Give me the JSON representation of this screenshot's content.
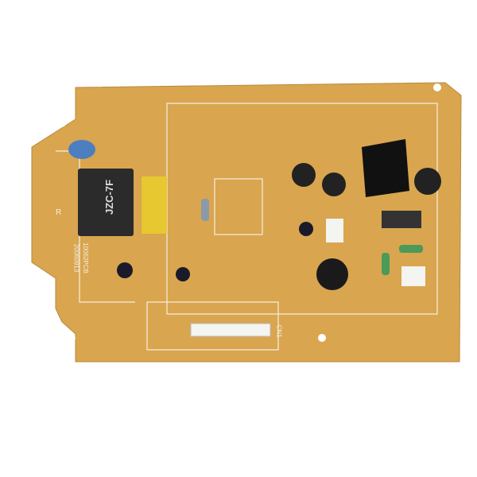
{
  "board": {
    "relay_model": "JZC-7F",
    "mark_r": "R",
    "pcb_code": "10062PCB",
    "date_code": "20060913",
    "connector_label": "CN1"
  },
  "colors": {
    "pcb": "#d9a54f",
    "silkscreen": "#f5efe0",
    "relay": "#2a2a2a",
    "capacitor_yellow": "#e8c830"
  }
}
